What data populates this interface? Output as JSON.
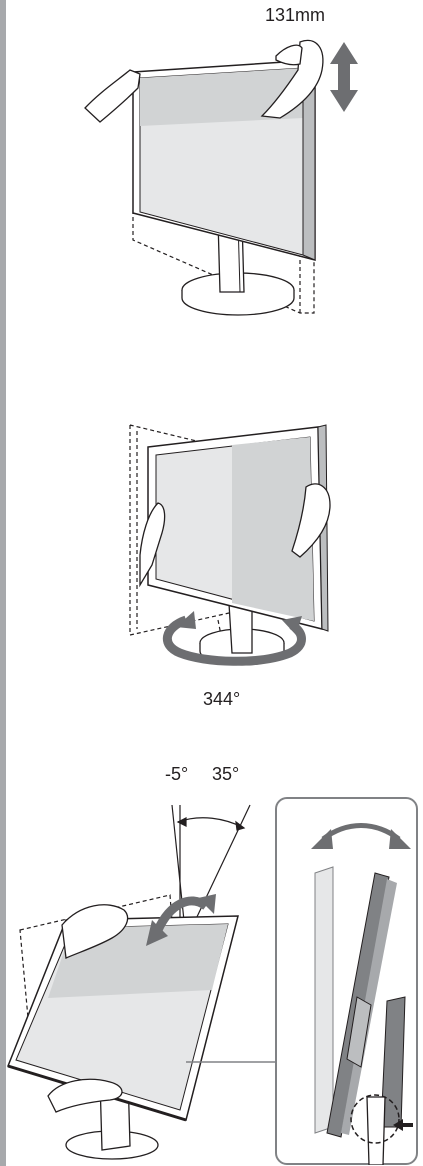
{
  "height_adjust": {
    "value": "131mm"
  },
  "swivel": {
    "value": "344°"
  },
  "tilt": {
    "back_value": "-5°",
    "forward_value": "35°"
  },
  "colors": {
    "outline": "#231f20",
    "arrow": "#6d6e71",
    "screen_light": "#e6e7e8",
    "screen_mid": "#d1d3d4",
    "panel_border": "#808285",
    "left_rule": "#a7a9ac"
  }
}
